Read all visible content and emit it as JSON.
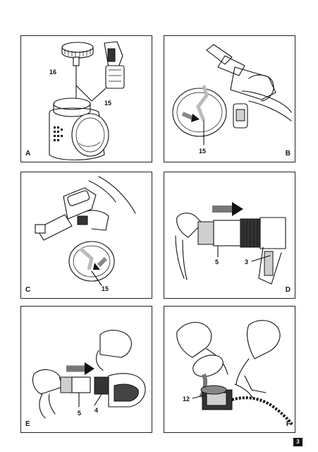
{
  "panels": {
    "a": {
      "label": "A",
      "callouts": {
        "c16": "16",
        "c15": "15"
      }
    },
    "b": {
      "label": "B",
      "callouts": {
        "c15": "15"
      }
    },
    "c": {
      "label": "C",
      "callouts": {
        "c15": "15"
      }
    },
    "d": {
      "label": "D",
      "callouts": {
        "c5": "5",
        "c3": "3"
      }
    },
    "e": {
      "label": "E",
      "callouts": {
        "c5": "5",
        "c4": "4"
      }
    },
    "f": {
      "label": "F",
      "callouts": {
        "c12": "12"
      }
    }
  },
  "page_number": "3"
}
